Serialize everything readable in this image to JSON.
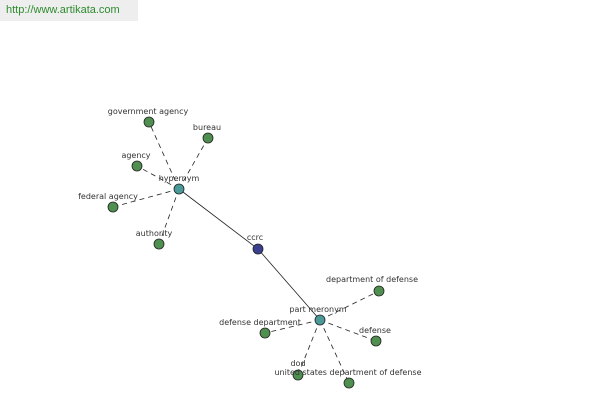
{
  "banner": {
    "url": "http://www.artikata.com"
  },
  "colors": {
    "leaf": "#4f8f4f",
    "relation": "#4a9a9a",
    "root": "#3a3f8f",
    "edge": "#222222"
  },
  "graph": {
    "root": {
      "id": "ccrc",
      "label": "ccrc"
    },
    "relations": [
      {
        "id": "hypernym",
        "label": "hypernym",
        "children": [
          {
            "id": "government-agency",
            "label": "government agency"
          },
          {
            "id": "bureau",
            "label": "bureau"
          },
          {
            "id": "agency",
            "label": "agency"
          },
          {
            "id": "federal-agency",
            "label": "federal agency"
          },
          {
            "id": "authority",
            "label": "authority"
          }
        ]
      },
      {
        "id": "part-meronym",
        "label": "part meronym",
        "children": [
          {
            "id": "department-of-defense",
            "label": "department of defense"
          },
          {
            "id": "defense-department",
            "label": "defense department"
          },
          {
            "id": "defense",
            "label": "defense"
          },
          {
            "id": "dod",
            "label": "dod"
          },
          {
            "id": "united-states-department-of-defense",
            "label": "united states department of defense"
          }
        ]
      }
    ]
  }
}
